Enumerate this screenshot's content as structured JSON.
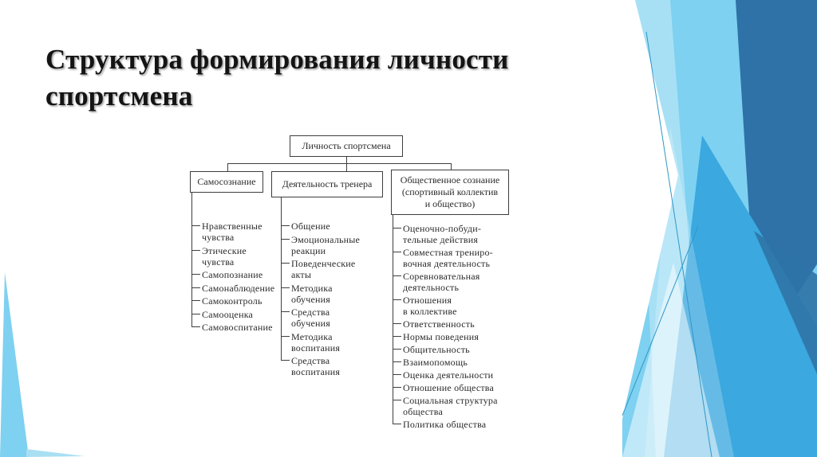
{
  "slide": {
    "title": "Структура формирования личности спортсмена"
  },
  "diagram": {
    "root": "Личность спортсмена",
    "columns": [
      {
        "title": "Самосознание",
        "items": [
          "Нравственные\nчувства",
          "Этические\nчувства",
          "Самопознание",
          "Самонаблюдение",
          "Самоконтроль",
          "Самооценка",
          "Самовоспитание"
        ]
      },
      {
        "title": "Деятельность тренера",
        "items": [
          "Общение",
          "Эмоциональные\nреакции",
          "Поведенческие\nакты",
          "Методика\nобучения",
          "Средства\nобучения",
          "Методика\nвоспитания",
          "Средства\nвоспитания"
        ]
      },
      {
        "title": "Общественное сознание\n(спортивный коллектив\nи общество)",
        "items": [
          "Оценочно-побуди-\nтельные действия",
          "Совместная трениро-\nвочная деятельность",
          "Соревновательная\nдеятельность",
          "Отношения\nв коллективе",
          "Ответственность",
          "Нормы поведения",
          "Общительность",
          "Взаимопомощь",
          "Оценка деятельности",
          "Отношение общества",
          "Социальная структура\nобщества",
          "Политика общества"
        ]
      }
    ]
  },
  "colors": {
    "background": "#ffffff",
    "title_text": "#141414",
    "diagram_line": "#3f3f3f",
    "decor_light_blue": "#7ED1F0",
    "decor_mid_blue": "#3BA8DF",
    "decor_dark_blue": "#2E72A8",
    "decor_line_accent": "#2F96C8"
  }
}
